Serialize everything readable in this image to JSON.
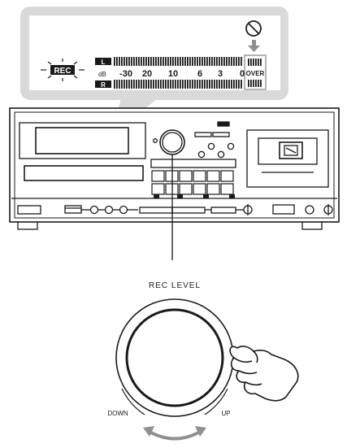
{
  "display": {
    "rec_badge": "REC",
    "channel_left": "L",
    "channel_right": "R",
    "db_label": "dB",
    "scale": [
      "-30",
      "20",
      "10",
      "6",
      "3",
      "0"
    ],
    "over_label": "OVER"
  },
  "knob": {
    "title": "REC LEVEL",
    "down_label": "DOWN",
    "up_label": "UP"
  },
  "colors": {
    "panel_gray": "#d9d9d9",
    "ink": "#1a1a1a",
    "arrow_gray": "#8f8f8f"
  }
}
